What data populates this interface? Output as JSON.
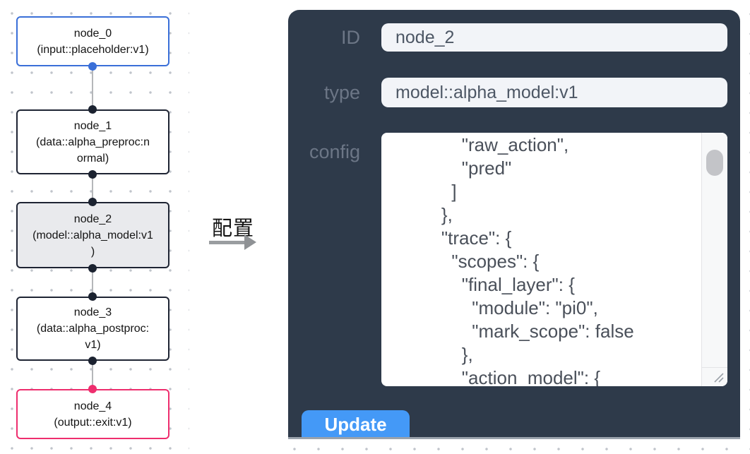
{
  "flow": {
    "nodes": [
      {
        "id": "node_0",
        "type": "input::placeholder:v1",
        "selected": false,
        "lines": [
          "node_0",
          "(input::placeholder:v1)"
        ]
      },
      {
        "id": "node_1",
        "type": "data::alpha_preproc:normal",
        "selected": false,
        "lines": [
          "node_1",
          "(data::alpha_preproc:n",
          "ormal)"
        ]
      },
      {
        "id": "node_2",
        "type": "model::alpha_model:v1",
        "selected": true,
        "lines": [
          "node_2",
          "(model::alpha_model:v1",
          ")"
        ]
      },
      {
        "id": "node_3",
        "type": "data::alpha_postproc:v1",
        "selected": false,
        "lines": [
          "node_3",
          "(data::alpha_postproc:",
          "v1)"
        ]
      },
      {
        "id": "node_4",
        "type": "output::exit:v1",
        "selected": false,
        "lines": [
          "node_4",
          "(output::exit:v1)"
        ]
      }
    ]
  },
  "transition": {
    "label": "配置"
  },
  "panel": {
    "fields": [
      {
        "label": "ID",
        "value": "node_2"
      },
      {
        "label": "type",
        "value": "model::alpha_model:v1"
      },
      {
        "label": "config"
      }
    ],
    "config_text": "        \"raw_action\",\n        \"pred\"\n      ]\n    },\n    \"trace\": {\n      \"scopes\": {\n        \"final_layer\": {\n          \"module\": \"pi0\",\n          \"mark_scope\": false\n        },\n        \"action_model\": {",
    "update_label": "Update"
  },
  "colors": {
    "panel-bg": "#2e3a4a",
    "accent-blue": "#3a6fd8",
    "accent-pink": "#ee2e6e",
    "port-dark": "#1b2230",
    "button-blue": "#4499f7",
    "node-selected-bg": "#e9eaed",
    "node-border": "#1e2433",
    "edge-gray": "#b5b7ba",
    "dot-gray": "#c0c4cb",
    "input-bg": "#f2f4f8",
    "label-gray": "#6c7686",
    "input-text": "#4d5765",
    "config-text": "#4a505a"
  }
}
